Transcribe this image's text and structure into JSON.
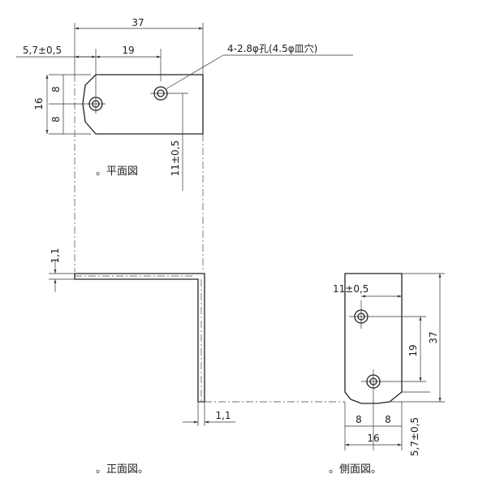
{
  "views": {
    "plan": "。平面図",
    "front": "。正面図。",
    "side": "。側面図。"
  },
  "dims": {
    "overall_length": "37",
    "edge_offset": "5,7±0,5",
    "hole_pitch": "19",
    "hole_note": "4-2.8φ孔(4.5φ皿穴)",
    "width": "16",
    "half_upper": "8",
    "half_lower": "8",
    "hole_to_end": "11±0,5",
    "thickness_top": "1,1",
    "thickness_side": "1,1",
    "side_hole_to_end": "11±0,5",
    "side_hole_pitch": "19",
    "side_length": "37",
    "side_half_left": "8",
    "side_half_right": "8",
    "side_width": "16",
    "side_edge_offset": "5,7±0,5"
  }
}
